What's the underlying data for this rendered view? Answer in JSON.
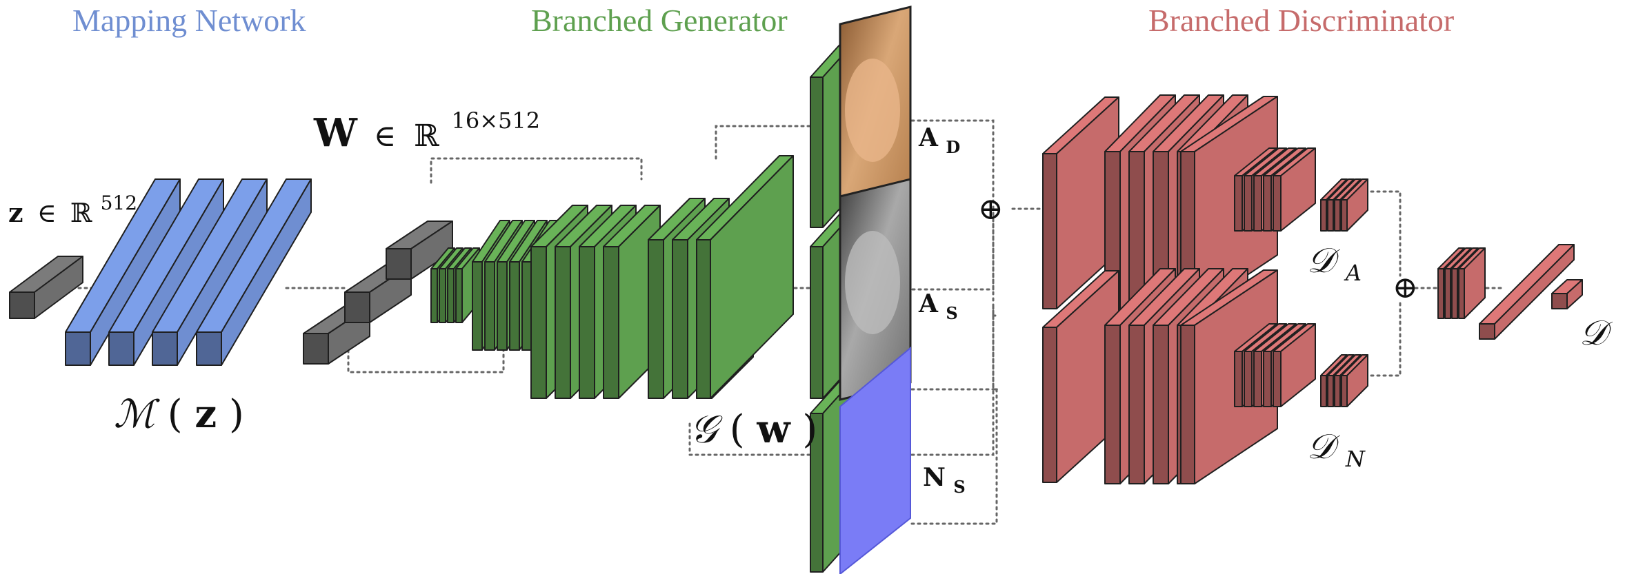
{
  "titles": {
    "mapping": "Mapping Network",
    "generator": "Branched Generator",
    "discriminator": "Branched Discriminator"
  },
  "colors": {
    "mapping": "#6f8ed1",
    "generator": "#5ea04f",
    "discriminator": "#c66b6b",
    "latent_block": "#6e6e6e",
    "normal_map": "#7a7cf6",
    "connector": "#666666"
  },
  "labels": {
    "z": {
      "main": "z",
      "in": "∈",
      "set": "ℝ",
      "sup": "512"
    },
    "w": {
      "main": "W",
      "in": "∈",
      "set": "ℝ",
      "sup": "16×512"
    },
    "mapping_fn": {
      "fn": "ℳ",
      "open": "(",
      "arg": "z",
      "close": ")"
    },
    "generator_fn": {
      "fn": "𝒢",
      "open": "(",
      "arg": "w",
      "close": ")"
    },
    "a_d": {
      "main": "A",
      "sub": "D"
    },
    "a_s": {
      "main": "A",
      "sub": "S"
    },
    "n_s": {
      "main": "N",
      "sub": "S"
    },
    "d_a": {
      "main": "𝒟",
      "sub": "A"
    },
    "d_n": {
      "main": "𝒟",
      "sub": "N"
    },
    "d": "𝒟",
    "oplus": "⊕"
  },
  "images": {
    "albedo_diffuse": "face-albedo-diffuse",
    "albedo_specular": "face-albedo-specular",
    "normal_specular": "normal-map"
  }
}
